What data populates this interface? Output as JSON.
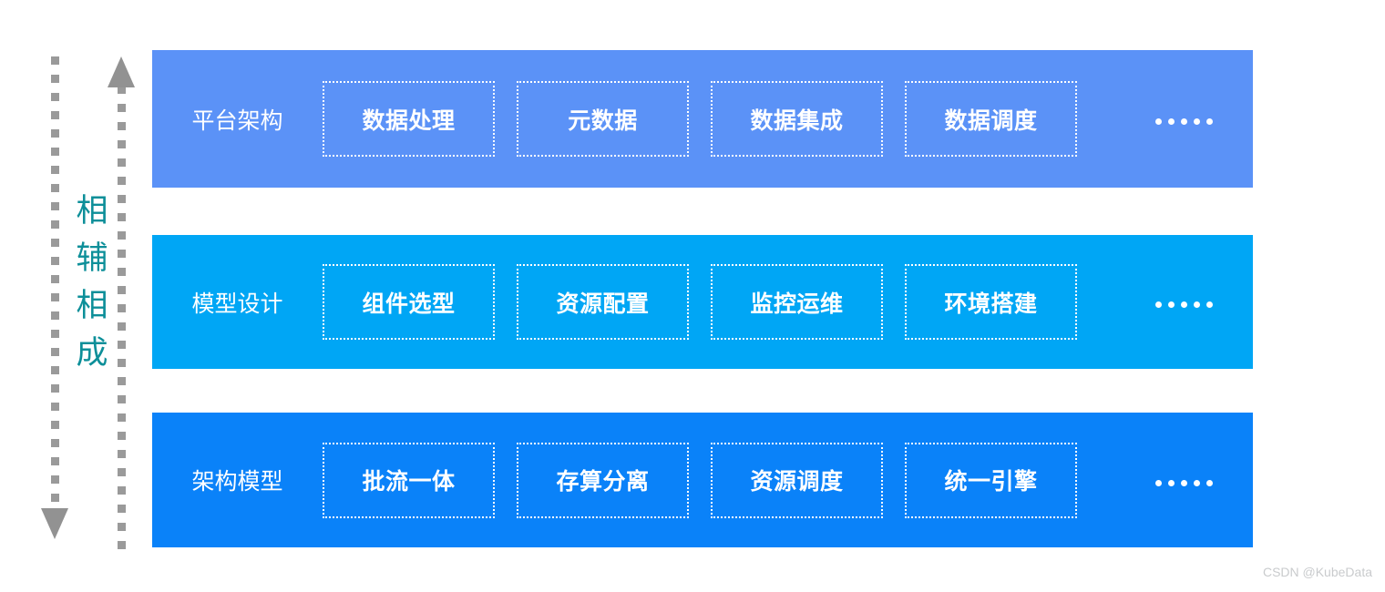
{
  "axis": {
    "caption_chars": [
      "相",
      "辅",
      "相",
      "成"
    ],
    "caption_text": "相辅相成",
    "caption_color": "#0d8f99",
    "line_color": "#9a9a9a",
    "arrow_up_name": "up-arrow-icon",
    "arrow_down_name": "down-arrow-icon"
  },
  "rows": [
    {
      "label": "平台架构",
      "color": "#5b92f7",
      "chips": [
        "数据处理",
        "元数据",
        "数据集成",
        "数据调度"
      ],
      "ellipsis": "·····"
    },
    {
      "label": "模型设计",
      "color": "#00a6f5",
      "chips": [
        "组件选型",
        "资源配置",
        "监控运维",
        "环境搭建"
      ],
      "ellipsis": "·····"
    },
    {
      "label": "架构模型",
      "color": "#0a82f9",
      "chips": [
        "批流一体",
        "存算分离",
        "资源调度",
        "统一引擎"
      ],
      "ellipsis": "·····"
    }
  ],
  "watermark": {
    "text": "CSDN @KubeData",
    "color": "#c9cbcd"
  }
}
